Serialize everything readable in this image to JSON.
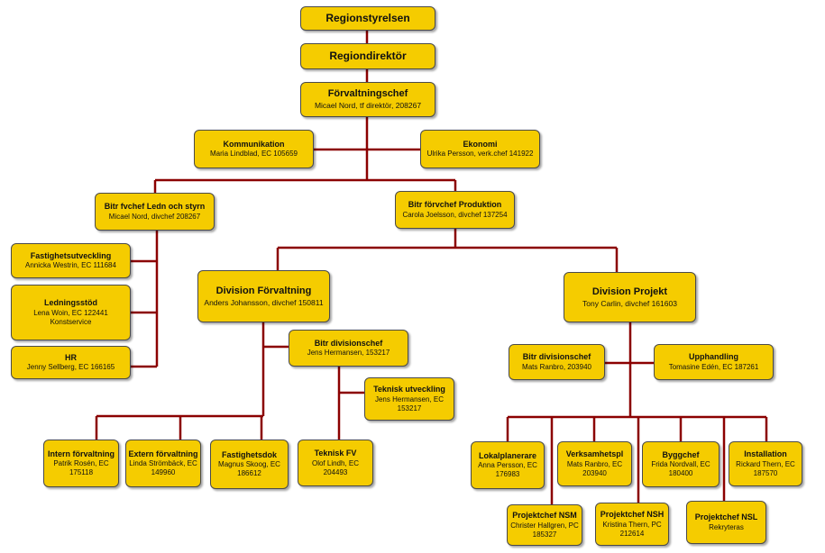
{
  "colors": {
    "box_fill": "#f5cc00",
    "connector": "#8b0000"
  },
  "nodes": {
    "regionstyrelsen": {
      "title": "Regionstyrelsen"
    },
    "regiondirektor": {
      "title": "Regiondirektör"
    },
    "forvaltningschef": {
      "title": "Förvaltningschef",
      "lines": [
        "Micael Nord, tf direktör, 208267"
      ]
    },
    "kommunikation": {
      "title": "Kommunikation",
      "lines": [
        "Maria Lindblad, EC 105659"
      ]
    },
    "ekonomi": {
      "title": "Ekonomi",
      "lines": [
        "Ulrika Persson, verk.chef 141922"
      ]
    },
    "bitr_ledn": {
      "title": "Bitr fvchef Ledn och styrn",
      "lines": [
        "Micael Nord, divchef 208267"
      ]
    },
    "bitr_prod": {
      "title": "Bitr förvchef Produktion",
      "lines": [
        "Carola Joelsson, divchef 137254"
      ]
    },
    "fastighetsutveckling": {
      "title": "Fastighetsutveckling",
      "lines": [
        "Annicka Westrin,  EC 111684"
      ]
    },
    "ledningsstod": {
      "title": "Ledningsstöd",
      "lines": [
        "Lena Woin, EC 122441",
        "Konstservice"
      ]
    },
    "hr": {
      "title": "HR",
      "lines": [
        "Jenny Sellberg, EC 166165"
      ]
    },
    "div_forvaltning": {
      "title": "Division Förvaltning",
      "lines": [
        "Anders Johansson, divchef 150811"
      ]
    },
    "div_projekt": {
      "title": "Division Projekt",
      "lines": [
        "Tony Carlin, divchef 161603"
      ]
    },
    "bitr_div_forv": {
      "title": "Bitr divisionschef",
      "lines": [
        "Jens Hermansen, 153217"
      ]
    },
    "teknisk_utv": {
      "title": "Teknisk utveckling",
      "lines": [
        "Jens Hermansen, EC",
        "153217"
      ]
    },
    "bitr_div_proj": {
      "title": "Bitr divisionschef",
      "lines": [
        "Mats Ranbro, 203940"
      ]
    },
    "upphandling": {
      "title": "Upphandling",
      "lines": [
        "Tomasine Edén, EC 187261"
      ]
    },
    "intern_forv": {
      "title": "Intern förvaltning",
      "lines": [
        "Patrik Rosén, EC",
        "175118"
      ]
    },
    "extern_forv": {
      "title": "Extern förvaltning",
      "lines": [
        "Linda Strömbäck, EC",
        "149960"
      ]
    },
    "fastighetsdok": {
      "title": "Fastighetsdok",
      "lines": [
        "Magnus Skoog, EC",
        "186612"
      ]
    },
    "teknisk_fv": {
      "title": "Teknisk FV",
      "lines": [
        "Olof Lindh, EC",
        "204493"
      ]
    },
    "lokalplanerare": {
      "title": "Lokalplanerare",
      "lines": [
        "Anna Persson, EC",
        "176983"
      ]
    },
    "verksamhetspl": {
      "title": "Verksamhetspl",
      "lines": [
        "Mats Ranbro, EC",
        "203940"
      ]
    },
    "byggchef": {
      "title": "Byggchef",
      "lines": [
        "Frida Nordvall, EC",
        "180400"
      ]
    },
    "installation": {
      "title": "Installation",
      "lines": [
        "Rickard Thern, EC",
        "187570"
      ]
    },
    "proj_nsm": {
      "title": "Projektchef NSM",
      "lines": [
        "Christer Hallgren, PC",
        "185327"
      ]
    },
    "proj_nsh": {
      "title": "Projektchef NSH",
      "lines": [
        "Kristina Thern, PC",
        "212614"
      ]
    },
    "proj_nsl": {
      "title": "Projektchef NSL",
      "lines": [
        "Rekryteras"
      ]
    }
  }
}
